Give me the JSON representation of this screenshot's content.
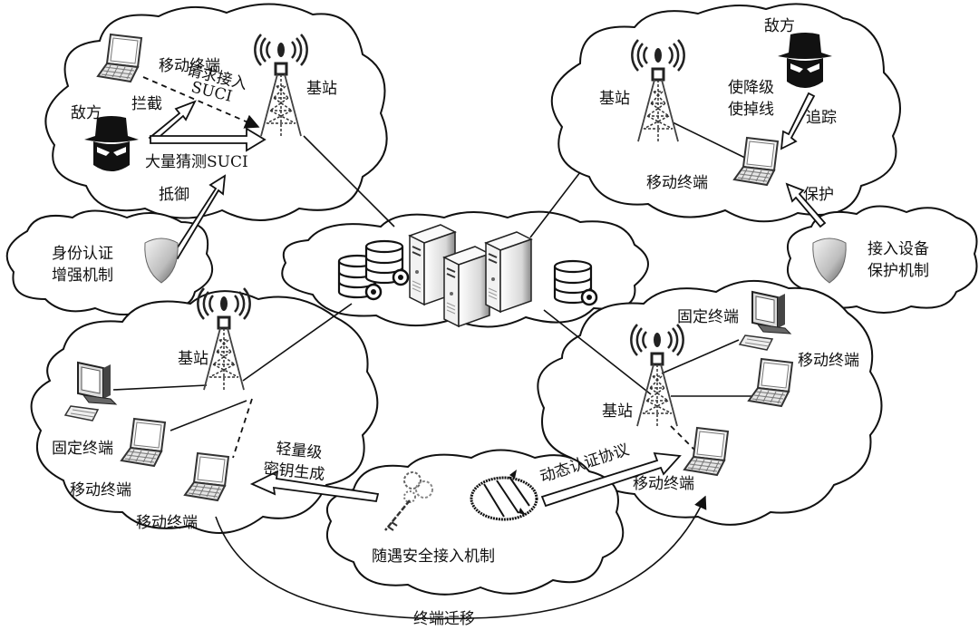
{
  "diagram": {
    "regions": {
      "top_left": {
        "mobile_terminal": "移动终端",
        "base_station": "基站",
        "adversary": "敌方",
        "request_access": "请求接入",
        "suci": "SUCI",
        "intercept": "拦截",
        "mass_guess": "大量猜测SUCI",
        "resist": "抵御"
      },
      "identity_auth": {
        "line1": "身份认证",
        "line2": "增强机制"
      },
      "top_right": {
        "adversary": "敌方",
        "base_station": "基站",
        "downgrade": "使降级",
        "disconnect": "使掉线",
        "track": "追踪",
        "mobile_terminal": "移动终端",
        "protect": "保护"
      },
      "device_protect": {
        "line1": "接入设备",
        "line2": "保护机制"
      },
      "bottom_left": {
        "base_station": "基站",
        "fixed_terminal": "固定终端",
        "mobile_terminal_1": "移动终端",
        "mobile_terminal_2": "移动终端",
        "lightweight_1": "轻量级",
        "lightweight_2": "密钥生成"
      },
      "bottom_right": {
        "fixed_terminal": "固定终端",
        "mobile_terminal_1": "移动终端",
        "base_station": "基站",
        "mobile_terminal_2": "移动终端",
        "dynamic_auth": "动态认证协议"
      },
      "center_bottom": {
        "mechanism": "随遇安全接入机制",
        "migration": "终端迁移"
      }
    },
    "icons": [
      "laptop-icon",
      "hacker-icon",
      "tower-icon",
      "shield-icon",
      "database-icon",
      "server-icon",
      "desktop-icon",
      "key-icon",
      "crypto-disc-icon"
    ]
  }
}
